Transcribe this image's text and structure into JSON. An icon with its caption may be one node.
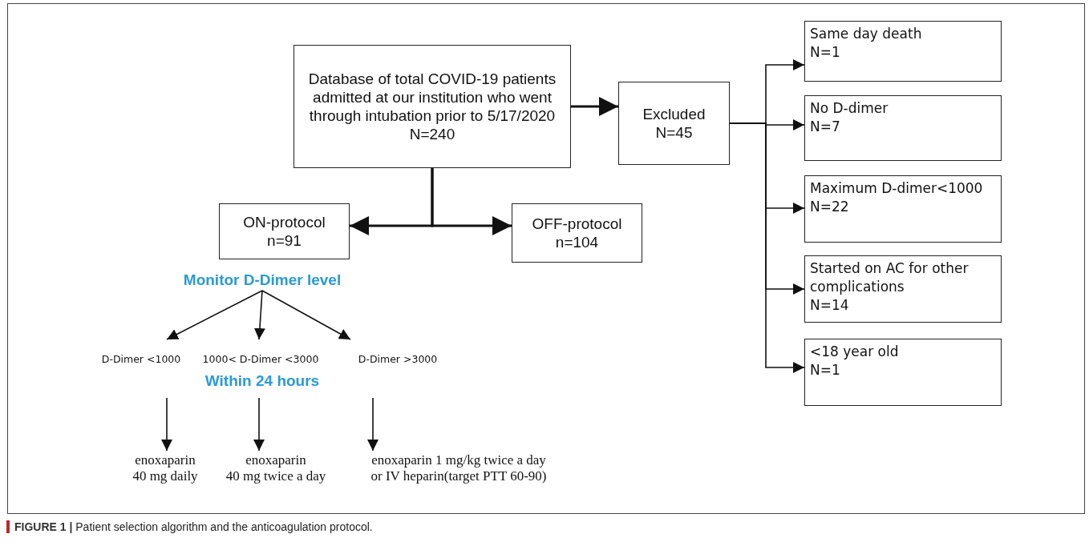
{
  "diagram": {
    "caption": "**FIGURE 1 |** Patient selection algorithm and the anticoagulation protocol.",
    "nodes": [
      {
        "text": [
          "Database of total COVID-19 patients admitted at our institution who went through intubation prior to 5/17/2020",
          "N=240"
        ]
      },
      {
        "text": [
          "Excluded",
          "N=45"
        ]
      },
      {
        "text": [
          "Same day death",
          "N=1"
        ]
      },
      {
        "text": [
          "No D-dimer",
          "N=7"
        ]
      },
      {
        "text": [
          "Maximum D-dimer<1000",
          "N=22"
        ]
      },
      {
        "text": [
          "Started on AC for other complications",
          "N=14"
        ]
      },
      {
        "text": [
          "<18 year old",
          "N=1"
        ]
      },
      {
        "text": [
          "ON-protocol",
          "n=91"
        ]
      },
      {
        "text": [
          "OFF-protocol",
          "n=104"
        ]
      },
      {
        "text": [
          "Monitor D-Dimer level"
        ]
      },
      {
        "text": [
          "D-Dimer <1000"
        ]
      },
      {
        "text": [
          "1000< D-Dimer <3000"
        ]
      },
      {
        "text": [
          "D-Dimer >3000"
        ]
      },
      {
        "text": [
          "enoxaparin 40 mg daily"
        ]
      },
      {
        "text": [
          "enoxaparin 40 mg twice a day"
        ]
      },
      {
        "text": [
          "enoxaparin 1 mg/kg twice a day or IV heparin(target PTT 60-90)"
        ]
      }
    ],
    "edges": [
      {
        "from": 0,
        "to": 1,
        "arrow": "to"
      },
      {
        "from": 0,
        "to": 7,
        "arrow": "to"
      },
      {
        "from": 0,
        "to": 8,
        "arrow": "to"
      },
      {
        "from": 1,
        "to": 2,
        "arrow": "to"
      },
      {
        "from": 1,
        "to": 3,
        "arrow": "to"
      },
      {
        "from": 1,
        "to": 4,
        "arrow": "to"
      },
      {
        "from": 1,
        "to": 5,
        "arrow": "to"
      },
      {
        "from": 1,
        "to": 6,
        "arrow": "to"
      },
      {
        "from": 9,
        "to": 10,
        "arrow": "to"
      },
      {
        "from": 9,
        "to": 11,
        "arrow": "to"
      },
      {
        "from": 9,
        "to": 12,
        "arrow": "to"
      },
      {
        "from": 10,
        "to": 13,
        "arrow": "to"
      },
      {
        "from": 11,
        "to": 14,
        "arrow": "to"
      },
      {
        "from": 12,
        "to": 15,
        "arrow": "to"
      }
    ],
    "labels": [
      "Within 24 hours"
    ]
  }
}
